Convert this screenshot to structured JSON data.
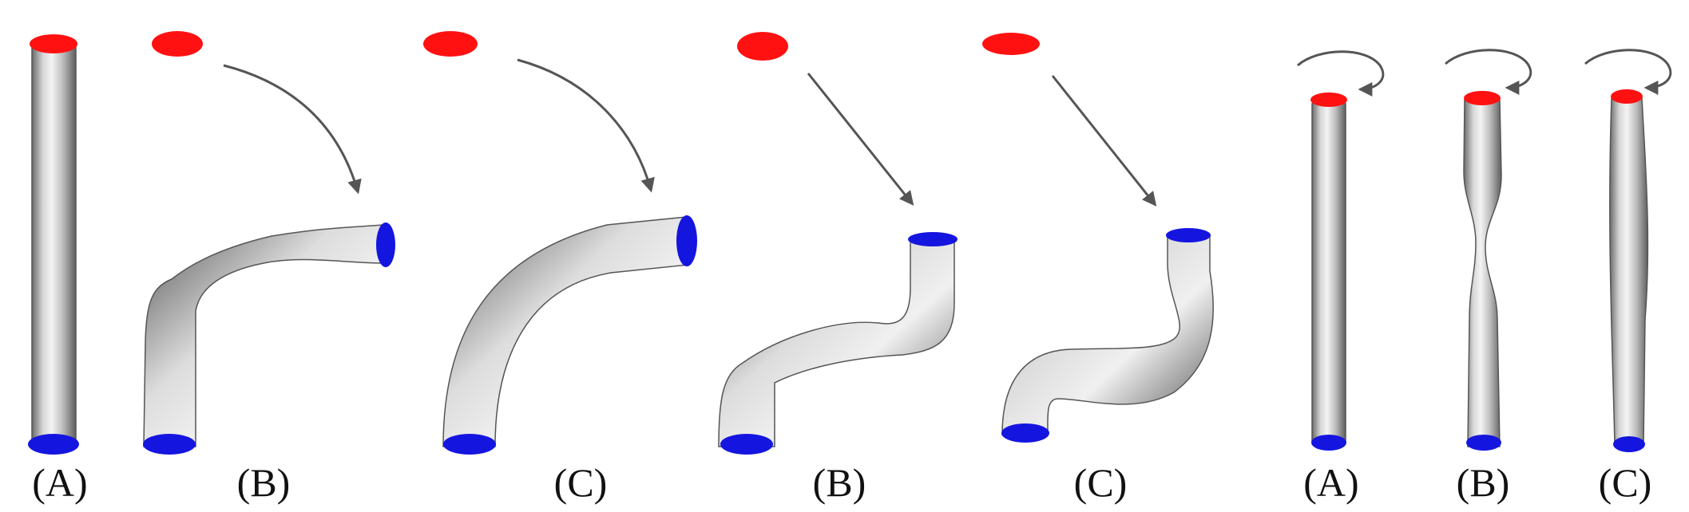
{
  "panels": [
    {
      "label": "(A)"
    },
    {
      "label": "(B)"
    },
    {
      "label": "(C)"
    },
    {
      "label": "(B)"
    },
    {
      "label": "(C)"
    },
    {
      "label": "(A)"
    },
    {
      "label": "(B)"
    },
    {
      "label": "(C)"
    }
  ],
  "colors": {
    "fixed_boundary": "#ff1111",
    "base_boundary": "#1515e0",
    "tube": "#c4c4c4",
    "tube_shadow": "#6a6a6a",
    "arrow": "#555555"
  },
  "icons": [
    "straight-arrow-icon",
    "curved-arrow-icon",
    "rotation-arrow-icon"
  ]
}
